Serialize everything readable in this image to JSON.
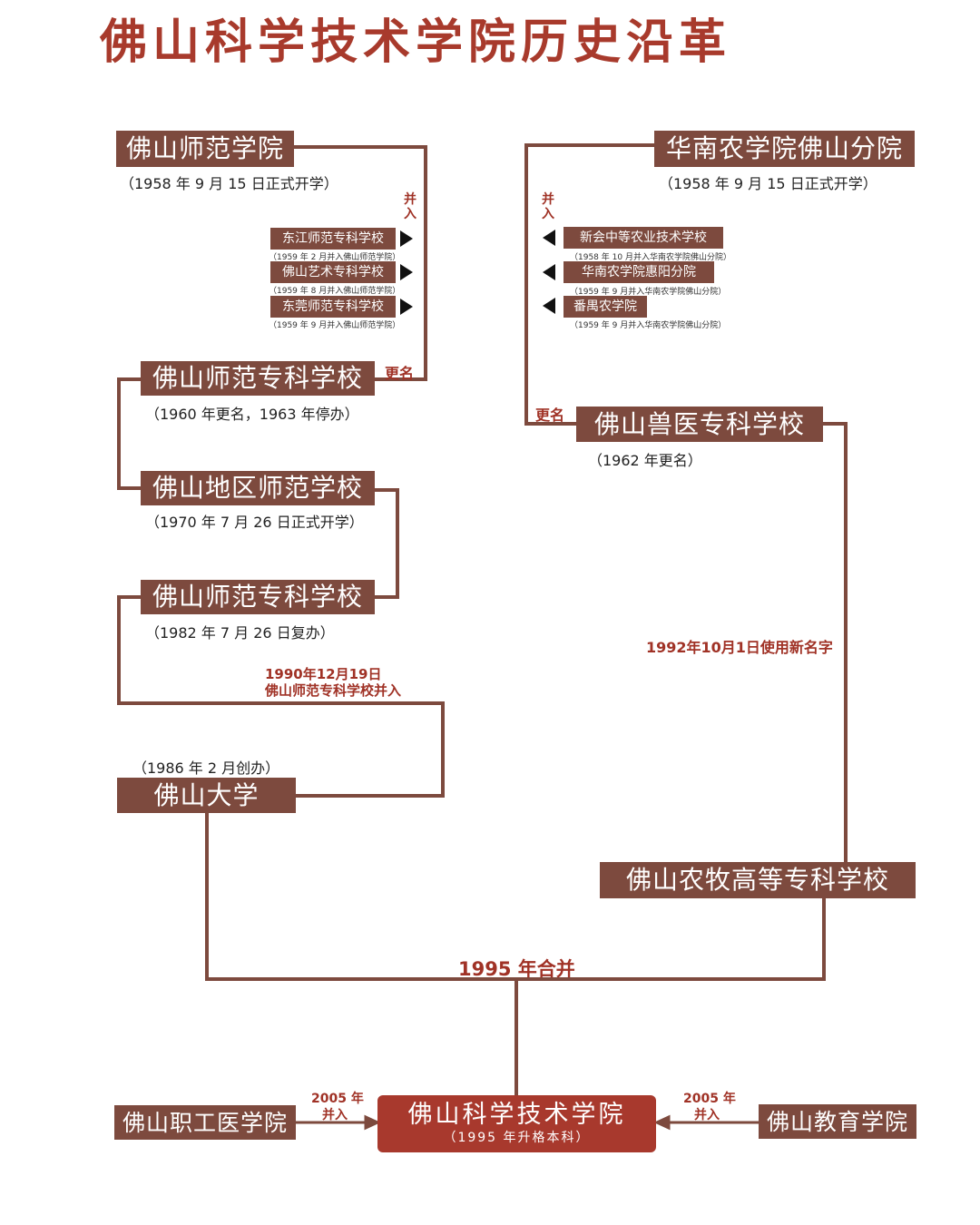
{
  "title": "佛山科学技术学院历史沿革",
  "left": {
    "normal_college": {
      "name": "佛山师范学院",
      "note": "（1958 年 9 月 15 日正式开学）"
    },
    "merge_label": "并入",
    "merged": [
      {
        "name": "东江师范专科学校",
        "note": "（1959 年 2 月并入佛山师范学院）"
      },
      {
        "name": "佛山艺术专科学校",
        "note": "（1959 年 8 月并入佛山师范学院）"
      },
      {
        "name": "东莞师范专科学校",
        "note": "（1959 年 9 月并入佛山师范学院）"
      }
    ],
    "rename_label": "更名",
    "normal_specialist_1960": {
      "name": "佛山师范专科学校",
      "note": "（1960 年更名，1963 年停办）"
    },
    "district_normal": {
      "name": "佛山地区师范学校",
      "note": "（1970 年 7 月 26 日正式开学）"
    },
    "normal_specialist_1982": {
      "name": "佛山师范专科学校",
      "note": "（1982 年 7 月 26 日复办）"
    },
    "merge_1990": {
      "line1": "1990年12月19日",
      "line2": "佛山师范专科学校并入"
    },
    "university": {
      "name": "佛山大学",
      "note": "（1986 年 2 月创办）"
    }
  },
  "right": {
    "scau_branch": {
      "name": "华南农学院佛山分院",
      "note": "（1958 年 9 月 15 日正式开学）"
    },
    "merge_label": "并入",
    "merged": [
      {
        "name": "新会中等农业技术学校",
        "note": "（1958 年 10 月并入华南农学院佛山分院）"
      },
      {
        "name": "华南农学院惠阳分院",
        "note": "（1959 年 9 月并入华南农学院佛山分院）"
      },
      {
        "name": "番禺农学院",
        "note": "（1959 年 9 月并入华南农学院佛山分院）"
      }
    ],
    "rename_label": "更名",
    "vet_school": {
      "name": "佛山兽医专科学校",
      "note": "（1962 年更名）"
    },
    "rename_1992": "1992年10月1日使用新名字",
    "agri_college": {
      "name": "佛山农牧高等专科学校"
    }
  },
  "merge_1995": "1995 年合并",
  "final": {
    "name": "佛山科学技术学院",
    "sub": "（1995 年升格本科）"
  },
  "bottom_left": {
    "name": "佛山职工医学院",
    "year": "2005 年",
    "action": "并入"
  },
  "bottom_right": {
    "name": "佛山教育学院",
    "year": "2005 年",
    "action": "并入"
  },
  "colors": {
    "box": "#7d4a3e",
    "line": "#7d4a3e",
    "title": "#a83a2c",
    "accent": "#a03226",
    "final_box": "#a8392d"
  }
}
